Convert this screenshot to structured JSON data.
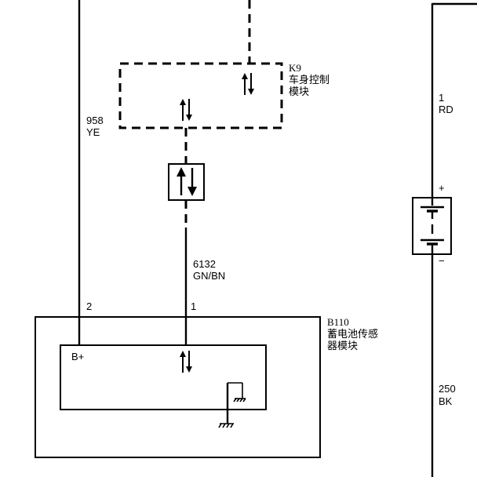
{
  "modules": {
    "k9": {
      "id": "K9",
      "name_line1": "车身控制",
      "name_line2": "模块"
    },
    "b110": {
      "id": "B110",
      "name_line1": "蓄电池传感",
      "name_line2": "器模块"
    }
  },
  "wires": {
    "left": {
      "number": "958",
      "color": "YE"
    },
    "data": {
      "number": "6132",
      "color": "GN/BN"
    },
    "right_top": {
      "number": "1",
      "color": "RD"
    },
    "right_bottom": {
      "number": "250",
      "color": "BK"
    }
  },
  "pins": {
    "pin_2": "2",
    "pin_1": "1"
  },
  "labels": {
    "b_plus": "B+",
    "battery_plus": "+",
    "battery_minus": "−"
  }
}
